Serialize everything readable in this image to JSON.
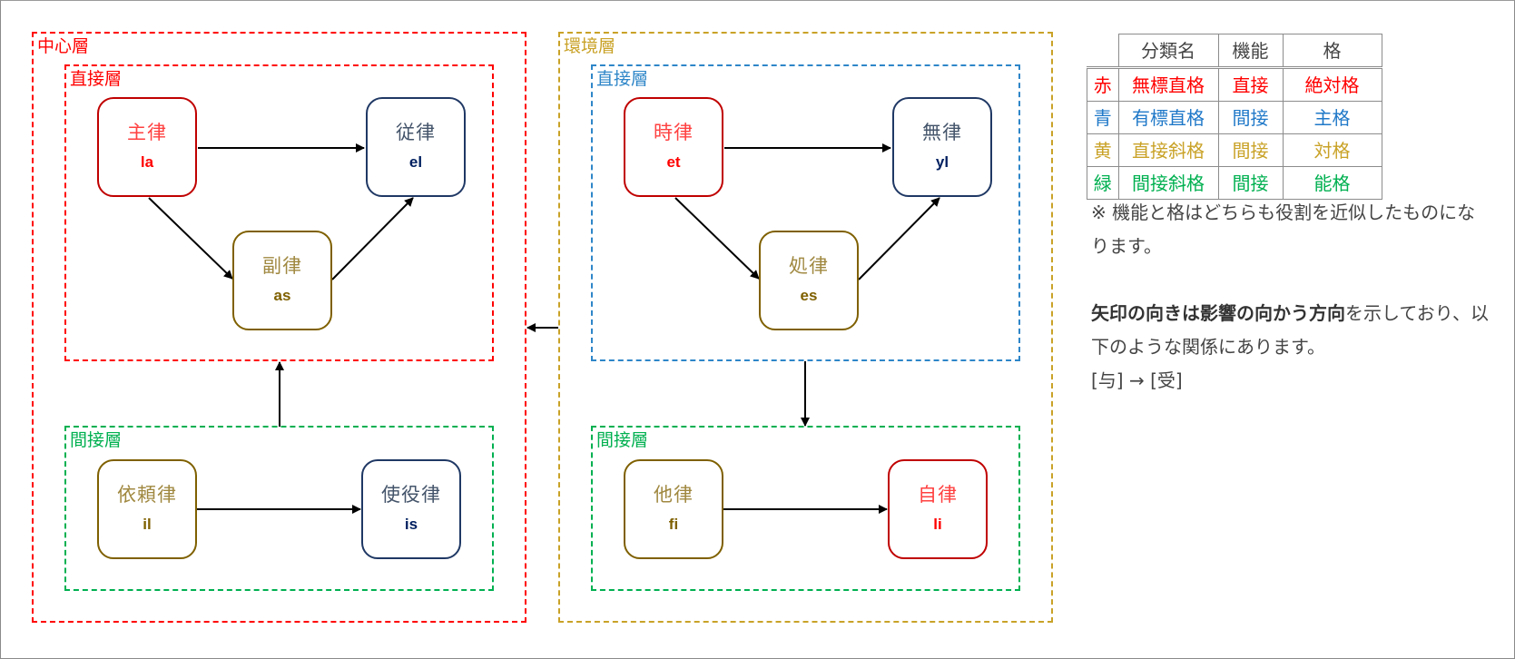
{
  "diagram": {
    "groups": {
      "core": {
        "label": "中心層",
        "color": "#ff0000"
      },
      "core_direct": {
        "label": "直接層",
        "color": "#ff0000"
      },
      "core_indirect": {
        "label": "間接層",
        "color": "#00b050"
      },
      "env": {
        "label": "環境層",
        "color": "#c9a227"
      },
      "env_direct": {
        "label": "直接層",
        "color": "#2e86c8"
      },
      "env_indirect": {
        "label": "間接層",
        "color": "#00b050"
      }
    },
    "nodes": {
      "la": {
        "jp": "主律",
        "code": "la",
        "role": "red"
      },
      "el": {
        "jp": "従律",
        "code": "el",
        "role": "navy"
      },
      "as": {
        "jp": "副律",
        "code": "as",
        "role": "gold"
      },
      "il": {
        "jp": "依頼律",
        "code": "il",
        "role": "gold"
      },
      "is": {
        "jp": "使役律",
        "code": "is",
        "role": "navy"
      },
      "et": {
        "jp": "時律",
        "code": "et",
        "role": "red"
      },
      "yl": {
        "jp": "無律",
        "code": "yl",
        "role": "navy"
      },
      "es": {
        "jp": "処律",
        "code": "es",
        "role": "gold"
      },
      "fi": {
        "jp": "他律",
        "code": "fi",
        "role": "gold"
      },
      "li": {
        "jp": "自律",
        "code": "li",
        "role": "red"
      }
    },
    "edges": [
      {
        "from": "la",
        "to": "el"
      },
      {
        "from": "la",
        "to": "as"
      },
      {
        "from": "as",
        "to": "el"
      },
      {
        "from": "il",
        "to": "is"
      },
      {
        "from": "core_indirect",
        "to": "core_direct"
      },
      {
        "from": "et",
        "to": "yl"
      },
      {
        "from": "et",
        "to": "es"
      },
      {
        "from": "es",
        "to": "yl"
      },
      {
        "from": "fi",
        "to": "li"
      },
      {
        "from": "env_direct",
        "to": "env_indirect"
      },
      {
        "from": "env",
        "to": "core"
      }
    ],
    "role_colors": {
      "red": {
        "border": "#c00000",
        "jp": "#ff4040",
        "code": "#ff0000"
      },
      "navy": {
        "border": "#1f3864",
        "jp": "#44546a",
        "code": "#002060"
      },
      "gold": {
        "border": "#7f6000",
        "jp": "#a08840",
        "code": "#7f6000"
      }
    }
  },
  "legend": {
    "headers": [
      "",
      "分類名",
      "機能",
      "格"
    ],
    "rows": [
      {
        "key": "赤",
        "name": "無標直格",
        "function": "直接",
        "case": "絶対格",
        "color": "#ff0000"
      },
      {
        "key": "青",
        "name": "有標直格",
        "function": "間接",
        "case": "主格",
        "color": "#1f78c8"
      },
      {
        "key": "黄",
        "name": "直接斜格",
        "function": "間接",
        "case": "対格",
        "color": "#c9a227"
      },
      {
        "key": "緑",
        "name": "間接斜格",
        "function": "間接",
        "case": "能格",
        "color": "#00b050"
      }
    ]
  },
  "notes": {
    "line1": "※ 機能と格はどちらも役割を近似したものになります。",
    "bold": "矢印の向きは影響の向かう方向",
    "rest": "を示しており、以下のような関係にあります。",
    "relation": "[与] → [受]"
  }
}
